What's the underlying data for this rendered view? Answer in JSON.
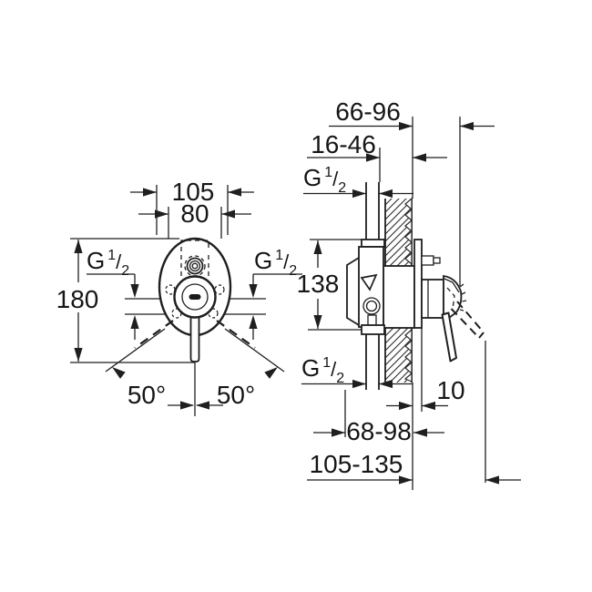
{
  "drawing": {
    "front_view": {
      "width_outer": "105",
      "width_inner": "80",
      "height": "180",
      "angle_left": "50°",
      "angle_right": "50°"
    },
    "side_view": {
      "projection_range": "66-96",
      "pipe_setback_range": "16-46",
      "body_height": "138",
      "plate_thickness": "10",
      "body_depth_range": "68-98",
      "handle_depth_range": "105-135"
    },
    "thread_label": {
      "g": "G",
      "sup": "1",
      "slash": "/",
      "sub": "2"
    }
  }
}
